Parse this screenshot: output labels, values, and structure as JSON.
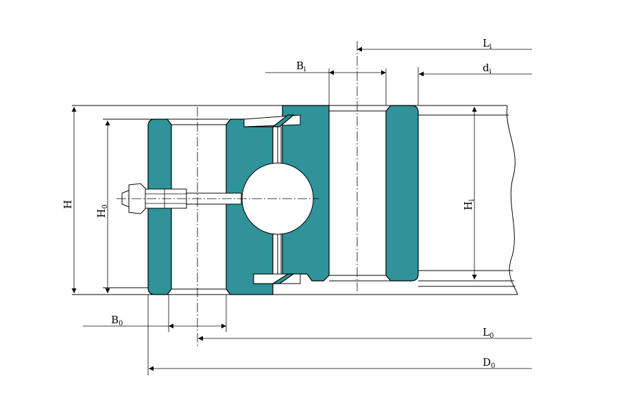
{
  "labels": {
    "H": "H",
    "Ho_main": "H",
    "Ho_sub": "0",
    "Hi_main": "H",
    "Hi_sub": "i",
    "Bo_main": "B",
    "Bo_sub": "0",
    "Bi_main": "B",
    "Bi_sub": "i",
    "Li_main": "L",
    "Li_sub": "i",
    "di_main": "d",
    "di_sub": "i",
    "Lo_main": "L",
    "Lo_sub": "0",
    "Do_main": "D",
    "Do_sub": "0"
  },
  "colors": {
    "ring_fill": "#2f9399",
    "line": "#000000",
    "background": "#ffffff"
  }
}
